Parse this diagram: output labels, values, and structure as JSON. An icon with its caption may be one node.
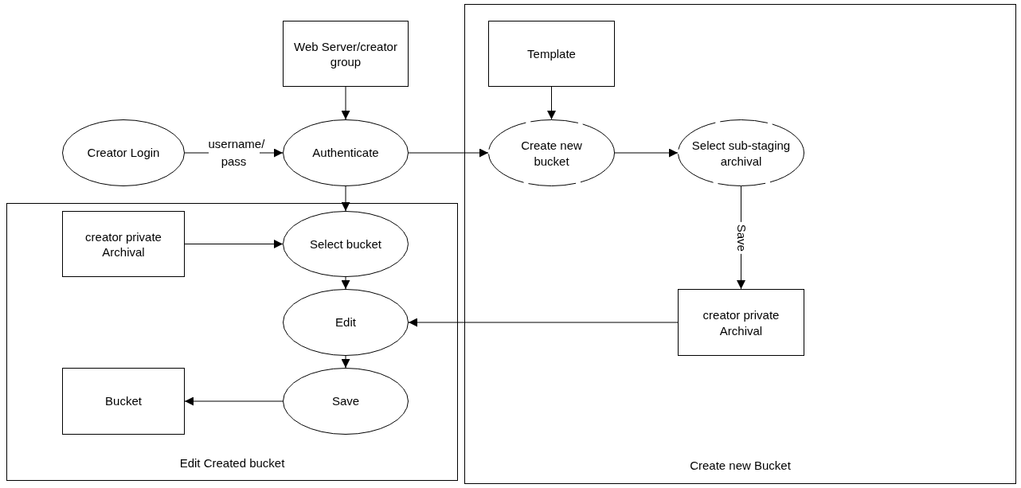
{
  "diagram": {
    "nodes": [
      {
        "text": [
          "Web Server/creator group"
        ]
      },
      {
        "text": [
          "Creator Login"
        ]
      },
      {
        "text": [
          "Authenticate"
        ]
      },
      {
        "text": [
          "Edit Created bucket"
        ]
      },
      {
        "text": [
          "creator private Archival"
        ],
        "in": 3
      },
      {
        "text": [
          "Select bucket"
        ],
        "in": 3
      },
      {
        "text": [
          "Edit"
        ],
        "in": 3
      },
      {
        "text": [
          "Bucket"
        ],
        "in": 3
      },
      {
        "text": [
          "Save"
        ],
        "in": 3
      },
      {
        "text": [
          "Create new Bucket"
        ]
      },
      {
        "text": [
          "Template"
        ],
        "in": 9
      },
      {
        "text": [
          "Create new bucket"
        ],
        "in": 9
      },
      {
        "text": [
          "Select sub-staging archival"
        ],
        "in": 9
      },
      {
        "text": [
          "creator private Archival"
        ],
        "in": 9
      }
    ],
    "edges": [
      {
        "from": 0,
        "to": 2,
        "arrow": "to"
      },
      {
        "from": 1,
        "to": 2,
        "arrow": "to",
        "label": "username/ pass"
      },
      {
        "from": 2,
        "to": 11,
        "arrow": "to"
      },
      {
        "from": 2,
        "to": 5,
        "arrow": "to"
      },
      {
        "from": 10,
        "to": 11,
        "arrow": "to"
      },
      {
        "from": 11,
        "to": 12,
        "arrow": "to"
      },
      {
        "from": 12,
        "to": 13,
        "arrow": "to",
        "label": "Save"
      },
      {
        "from": 13,
        "to": 6,
        "arrow": "to"
      },
      {
        "from": 4,
        "to": 5,
        "arrow": "to"
      },
      {
        "from": 5,
        "to": 6,
        "arrow": "to"
      },
      {
        "from": 6,
        "to": 8,
        "arrow": "to"
      },
      {
        "from": 8,
        "to": 7,
        "arrow": "to"
      }
    ]
  }
}
